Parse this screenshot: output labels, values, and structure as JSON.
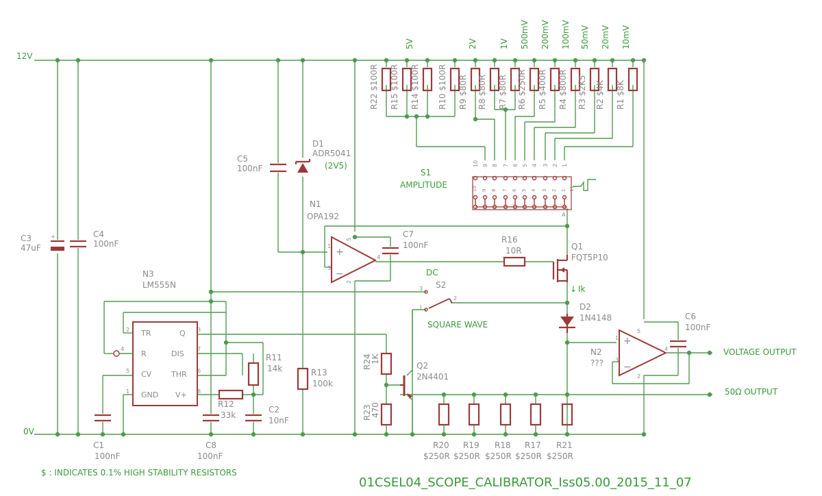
{
  "rails": {
    "top": "12V",
    "bottom": "0V"
  },
  "resistor_ladder": [
    {
      "ref": "R22",
      "val": "$100R"
    },
    {
      "ref": "R15",
      "val": "$100R"
    },
    {
      "ref": "R14",
      "val": "$100R"
    },
    {
      "ref": "R10",
      "val": "$100R"
    },
    {
      "ref": "R9",
      "val": "$80R"
    },
    {
      "ref": "R8",
      "val": "$80R"
    },
    {
      "ref": "R7",
      "val": "$80R"
    },
    {
      "ref": "R6",
      "val": "$250R"
    },
    {
      "ref": "R5",
      "val": "$400R"
    },
    {
      "ref": "R4",
      "val": "$800R"
    },
    {
      "ref": "R3",
      "val": "$2K5"
    },
    {
      "ref": "R2",
      "val": "$4K"
    },
    {
      "ref": "R1",
      "val": "$8K"
    }
  ],
  "tap_labels": [
    "5V",
    "2V",
    "1V",
    "500mV",
    "200mV",
    "100mV",
    "50mV",
    "20mV",
    "10mV"
  ],
  "switch_pins": [
    "10",
    "9",
    "8",
    "7",
    "6",
    "5",
    "4",
    "3",
    "2",
    "1"
  ],
  "switch_pins_small": [
    "10",
    "9",
    "8",
    "7",
    "6",
    "5",
    "4",
    "3",
    "2",
    "1",
    "11"
  ],
  "switch_a": "A",
  "switch_refs": {
    "ref": "S1",
    "label": "AMPLITUDE"
  },
  "c3": {
    "ref": "C3",
    "val": "47uF"
  },
  "c4": {
    "ref": "C4",
    "val": "100nF"
  },
  "c5": {
    "ref": "C5",
    "val": "100nF"
  },
  "d1": {
    "ref": "D1",
    "part": "ADR5041",
    "note": "(2V5)"
  },
  "n1": {
    "ref": "N1",
    "part": "OPA192"
  },
  "c7": {
    "ref": "C7",
    "val": "100nF"
  },
  "r16": {
    "ref": "R16",
    "val": "10R"
  },
  "q1": {
    "ref": "Q1",
    "part": "FQT5P10"
  },
  "ik": "Ik",
  "s2": {
    "dc": "DC",
    "ref": "S2",
    "label": "SQUARE WAVE"
  },
  "d2": {
    "ref": "D2",
    "part": "1N4148"
  },
  "n2": {
    "ref": "N2",
    "part": "???"
  },
  "c6": {
    "ref": "C6",
    "val": "100nF"
  },
  "outputs": {
    "voltage": "VOLTAGE OUTPUT",
    "ohm50": "50Ω OUTPUT"
  },
  "n3": {
    "ref": "N3",
    "part": "LM555N",
    "pins": {
      "tr": "TR",
      "q": "Q",
      "r": "R",
      "dis": "DIS",
      "cv": "CV",
      "thr": "THR",
      "gnd": "GND",
      "vplus": "V+"
    }
  },
  "r11": {
    "ref": "R11",
    "val": "14k"
  },
  "r12": {
    "ref": "R12",
    "val": "33k"
  },
  "r13": {
    "ref": "R13",
    "val": "100k"
  },
  "c2": {
    "ref": "C2",
    "val": "10nF"
  },
  "c8": {
    "ref": "C8",
    "val": "100nF"
  },
  "c1": {
    "ref": "C1",
    "val": "100nF"
  },
  "r24": {
    "ref": "R24",
    "val": "1K"
  },
  "r23": {
    "ref": "R23",
    "val": "470"
  },
  "q2": {
    "ref": "Q2",
    "part": "2N4401"
  },
  "load_resistors": [
    {
      "ref": "R20",
      "val": "$250R"
    },
    {
      "ref": "R19",
      "val": "$250R"
    },
    {
      "ref": "R18",
      "val": "$250R"
    },
    {
      "ref": "R17",
      "val": "$250R"
    },
    {
      "ref": "R21",
      "val": "$250R"
    }
  ],
  "pin_numbers": {
    "one": "1",
    "two": "2",
    "three": "3",
    "four": "4",
    "five": "5",
    "six": "6",
    "seven": "7",
    "eight": "8"
  },
  "footnote": "$ : INDICATES 0.1%  HIGH STABILITY RESISTORS",
  "title": "01CSEL04_SCOPE_CALIBRATOR_Iss05.00_2015_11_07",
  "colors": {
    "wire": "#4f9a4f",
    "part": "#9b3a3a",
    "label": "#8a8a8a",
    "net": "#3a9a3a"
  }
}
